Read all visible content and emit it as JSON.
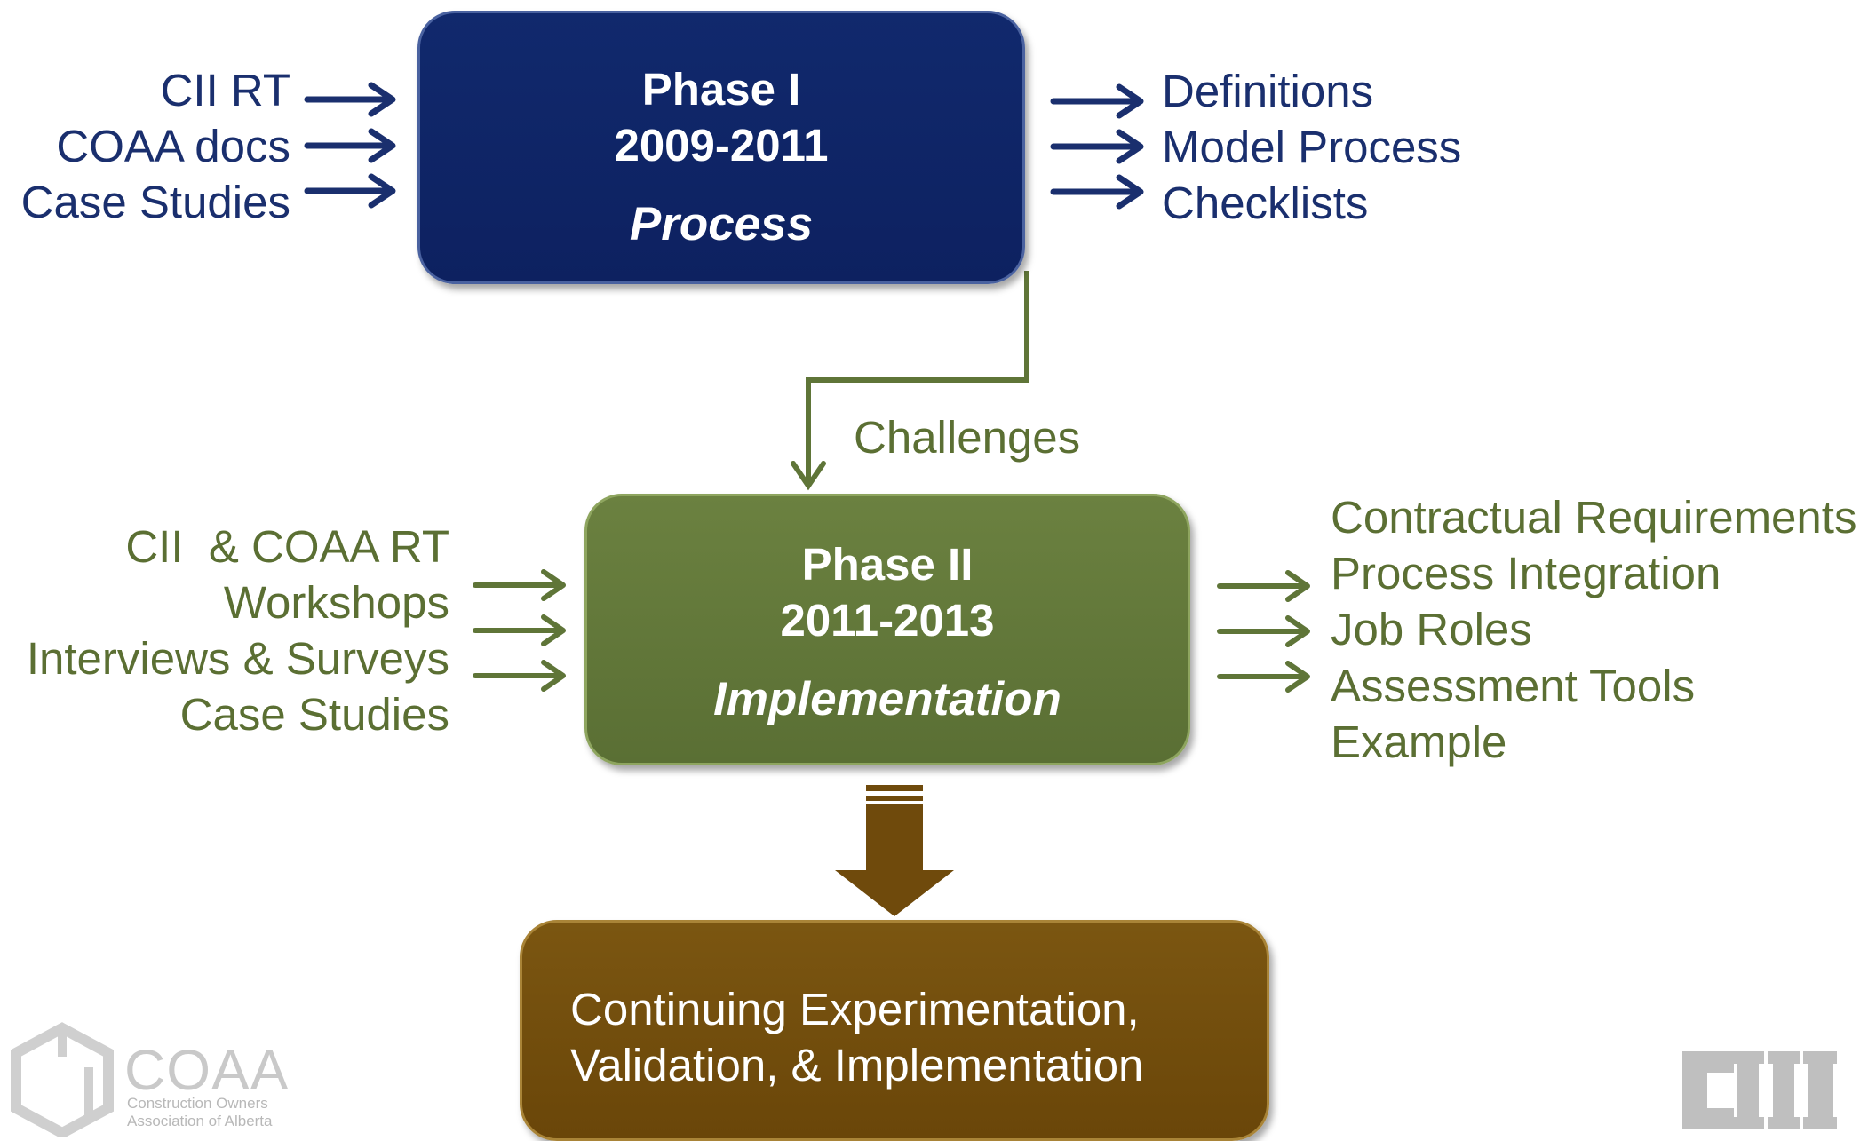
{
  "phase1": {
    "title": "Phase I",
    "years": "2009-2011",
    "subtitle": "Process",
    "inputs": [
      "CII RT",
      "COAA docs",
      "Case Studies"
    ],
    "outputs": [
      "Definitions",
      "Model Process",
      "Checklists"
    ]
  },
  "connector_label": "Challenges",
  "phase2": {
    "title": "Phase II",
    "years": "2011-2013",
    "subtitle": "Implementation",
    "inputs": [
      "CII  & COAA RT",
      "Workshops",
      "Interviews & Surveys",
      "Case Studies"
    ],
    "outputs": [
      "Contractual Requirements",
      "Process Integration",
      "Job Roles",
      "Assessment Tools",
      "Example"
    ]
  },
  "phase3": {
    "line1": "Continuing Experimentation,",
    "line2": "Validation, & Implementation"
  },
  "logos": {
    "coaa_word": "COAA",
    "coaa_sub1": "Construction Owners",
    "coaa_sub2": "Association of Alberta",
    "cii_word": "CII"
  },
  "colors": {
    "phase1": "#11296d",
    "phase2": "#5f7538",
    "phase3": "#6f4a0c",
    "blue_text": "#1a2f6e",
    "green_text": "#5b6f33"
  }
}
